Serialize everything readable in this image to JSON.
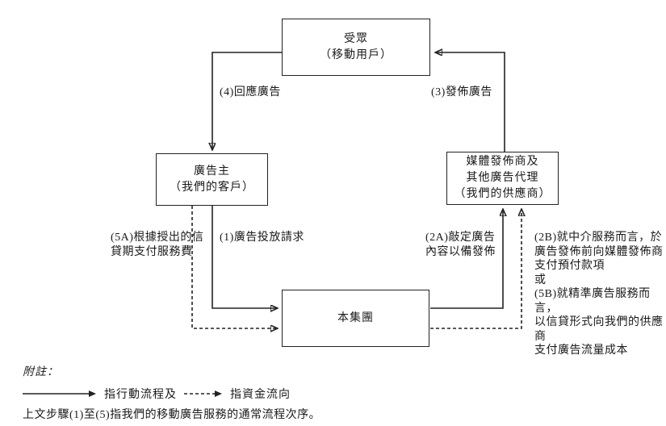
{
  "diagram": {
    "boxes": {
      "audience": {
        "label": "受眾\n（移動用戶）"
      },
      "advertiser": {
        "label": "廣告主\n（我們的客戶）"
      },
      "publisher": {
        "label": "媒體發佈商及\n其他廣告代理\n（我們的供應商）"
      },
      "group": {
        "label": "本集團"
      }
    },
    "edge_labels": {
      "step4": "(4)回應廣告",
      "step3": "(3)發佈廣告",
      "step5a": "(5A)根據授出的信\n貸期支付服務費",
      "step1": "(1)廣告投放請求",
      "step2a": "(2A)敲定廣告\n內容以備發佈",
      "step2b5b": "(2B)就中介服務而言，於\n廣告發佈前向媒體發佈商\n支付預付款項\n或\n(5B)就精準廣告服務而言，\n以信貸形式向我們的供應商\n支付廣告流量成本"
    }
  },
  "notes": {
    "heading": "附註：",
    "legend_solid_label": "指行動流程及",
    "legend_dashed_label": "指資金流向",
    "footnote": "上文步驟(1)至(5)指我們的移動廣告服務的通常流程次序。"
  },
  "colors": {
    "line": "#222222",
    "text": "#1a1a1a",
    "background": "#ffffff"
  }
}
